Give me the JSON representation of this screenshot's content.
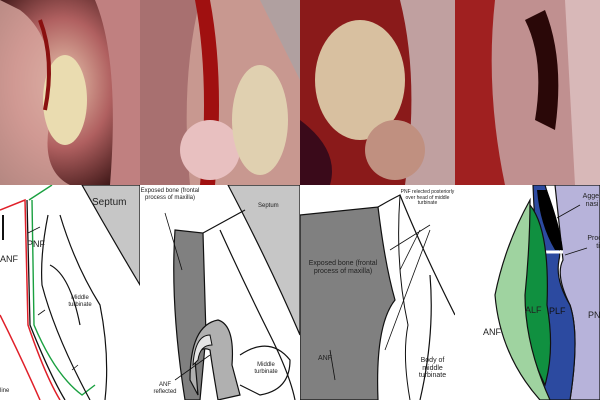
{
  "figure": {
    "panels": [
      {
        "id": "a",
        "labels": {
          "anf": "ANF",
          "pnf": "PNF",
          "septum": "Septum",
          "middle_turbinate": "Middle turbinate",
          "incision_line": "line"
        }
      },
      {
        "id": "b",
        "labels": {
          "exposed_bone": "Exposed bone (frontal process of maxilla)",
          "septum": "Septum",
          "middle_turbinate": "Middle turbinate",
          "anf_reflected": "ANF reflected"
        }
      },
      {
        "id": "c",
        "labels": {
          "pnf_reflected": "PNF relected posteriorly over head of middle turbinate",
          "exposed_bone": "Exposed bone (frontal process of maxilla)",
          "anf": "ANF",
          "body_mt": "Body of middle turbinate"
        }
      },
      {
        "id": "d",
        "labels": {
          "agger": "Agger nasi",
          "process": "Process tip",
          "anf": "ANF",
          "alf": "ALF",
          "plf": "PLF",
          "pnf": "PN"
        }
      }
    ],
    "colors": {
      "anf_light_green": "#9fd3a0",
      "alf_green": "#109040",
      "plf_blue": "#2c4aa0",
      "pnf_lavender": "#b7b3da",
      "bone_gray": "#808080",
      "septum_gray": "#c6c6c6",
      "incision_red": "#e0202a",
      "incision_green": "#1aa040"
    }
  }
}
